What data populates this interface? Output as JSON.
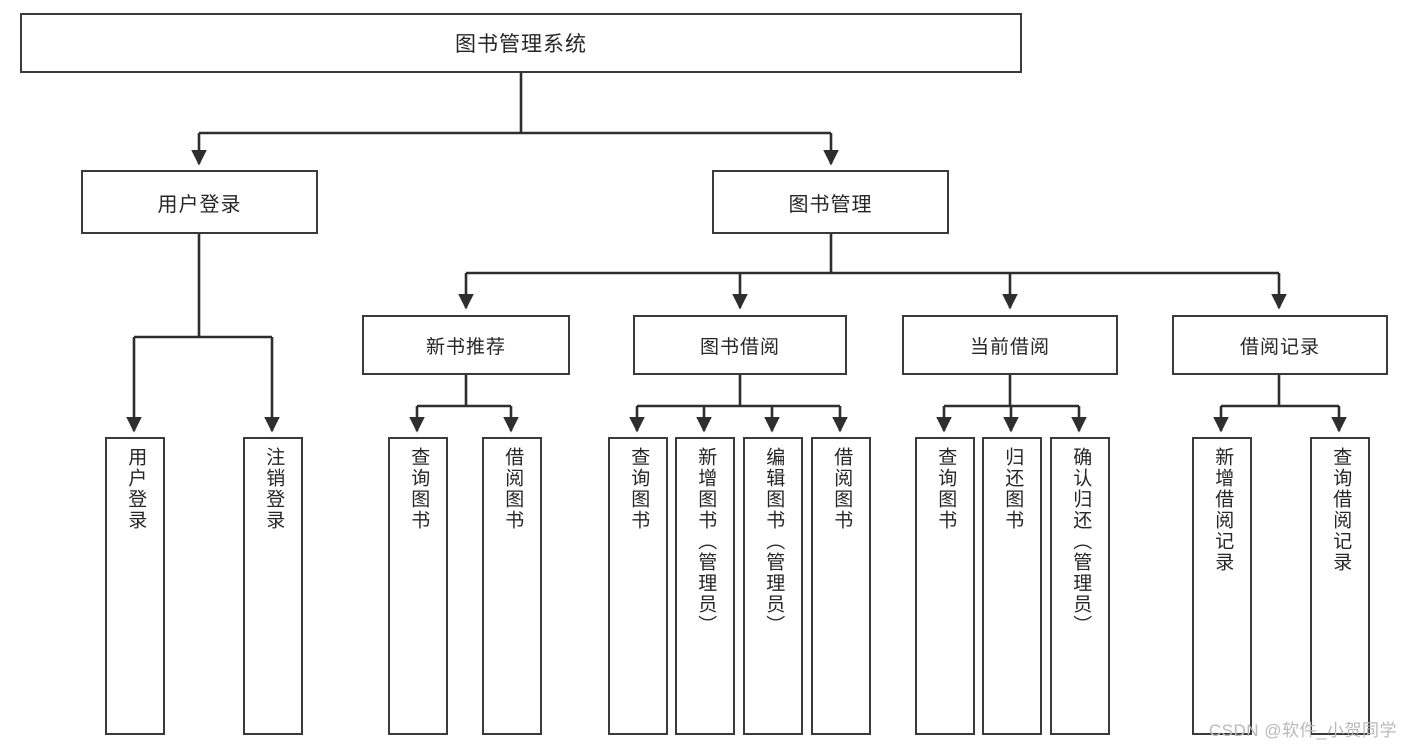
{
  "diagram": {
    "title": "图书管理系统",
    "type": "tree",
    "root": {
      "id": "root",
      "label": "图书管理系统"
    },
    "level1": [
      {
        "id": "user-login",
        "label": "用户登录"
      },
      {
        "id": "book-manage",
        "label": "图书管理"
      }
    ],
    "level2": [
      {
        "id": "new-book-recommend",
        "label": "新书推荐",
        "parent": "book-manage"
      },
      {
        "id": "book-borrow",
        "label": "图书借阅",
        "parent": "book-manage"
      },
      {
        "id": "current-borrow",
        "label": "当前借阅",
        "parent": "book-manage"
      },
      {
        "id": "borrow-record",
        "label": "借阅记录",
        "parent": "book-manage"
      }
    ],
    "leaves": {
      "user-login": [
        {
          "id": "leaf-user-login",
          "label": "用户登录"
        },
        {
          "id": "leaf-user-logout",
          "label": "注销登录"
        }
      ],
      "new-book-recommend": [
        {
          "id": "leaf-query-book-1",
          "label": "查询图书"
        },
        {
          "id": "leaf-borrow-book-1",
          "label": "借阅图书"
        }
      ],
      "book-borrow": [
        {
          "id": "leaf-query-book-2",
          "label": "查询图书"
        },
        {
          "id": "leaf-add-book",
          "label": "新增图书（管理员）"
        },
        {
          "id": "leaf-edit-book",
          "label": "编辑图书（管理员）"
        },
        {
          "id": "leaf-borrow-book-2",
          "label": "借阅图书"
        }
      ],
      "current-borrow": [
        {
          "id": "leaf-query-book-3",
          "label": "查询图书"
        },
        {
          "id": "leaf-return-book",
          "label": "归还图书"
        },
        {
          "id": "leaf-confirm-return",
          "label": "确认归还（管理员）"
        }
      ],
      "borrow-record": [
        {
          "id": "leaf-add-record",
          "label": "新增借阅记录"
        },
        {
          "id": "leaf-query-record",
          "label": "查询借阅记录"
        }
      ]
    }
  },
  "watermark": {
    "text": "CSDN @软件_小贺同学"
  },
  "colors": {
    "border": "#3a3a3a",
    "text": "#262626",
    "background": "#ffffff",
    "watermark": "#b9b9b9"
  }
}
